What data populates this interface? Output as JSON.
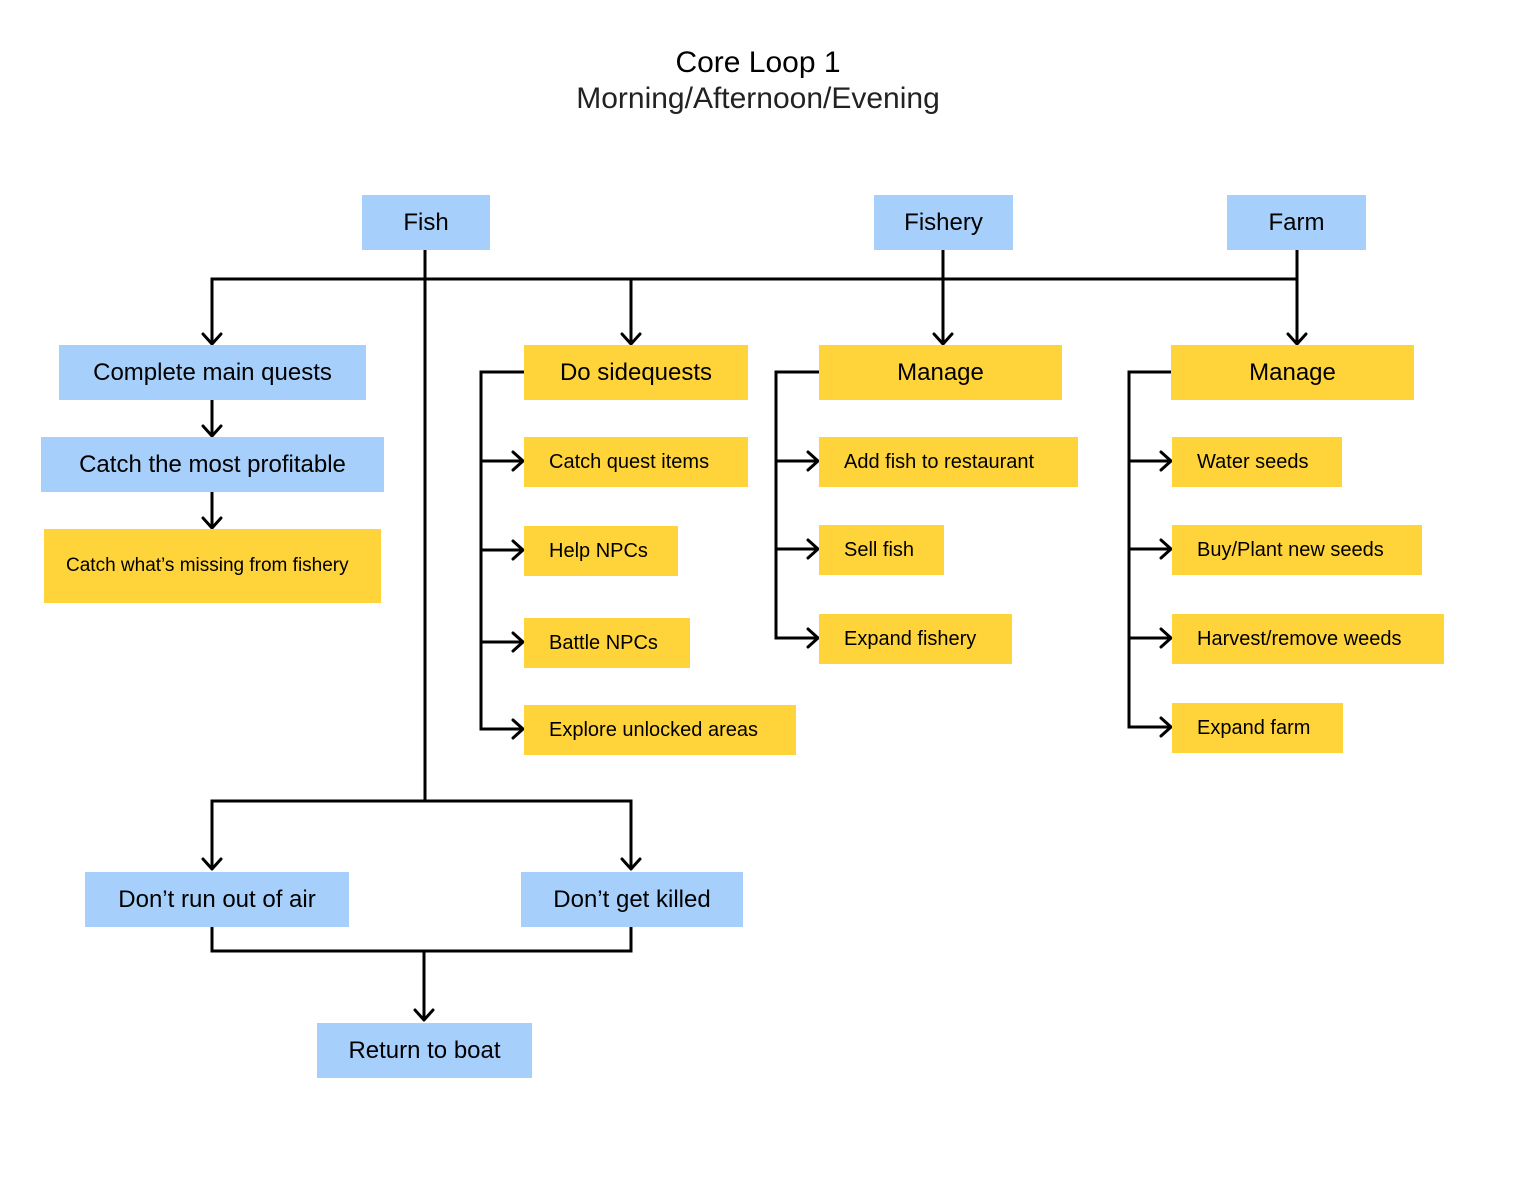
{
  "header": {
    "title": "Core Loop 1",
    "subtitle": "Morning/Afternoon/Evening"
  },
  "colors": {
    "category": "#a6d0fb",
    "action": "#ffd43a",
    "line": "#000000"
  },
  "top": {
    "fish": "Fish",
    "fishery": "Fishery",
    "farm": "Farm"
  },
  "fish_branch": {
    "main_quests": "Complete main quests",
    "profitable": "Catch the most profitable",
    "missing": "Catch what’s missing from fishery"
  },
  "sidequests": {
    "title": "Do sidequests",
    "items": [
      "Catch quest items",
      "Help NPCs",
      "Battle NPCs",
      "Explore unlocked areas"
    ]
  },
  "fishery_manage": {
    "title": "Manage",
    "items": [
      "Add fish to restaurant",
      "Sell fish",
      "Expand fishery"
    ]
  },
  "farm_manage": {
    "title": "Manage",
    "items": [
      "Water seeds",
      "Buy/Plant new seeds",
      "Harvest/remove weeds",
      "Expand farm"
    ]
  },
  "survival": {
    "air": "Don’t run out of air",
    "killed": "Don’t get killed",
    "return": "Return to boat"
  }
}
